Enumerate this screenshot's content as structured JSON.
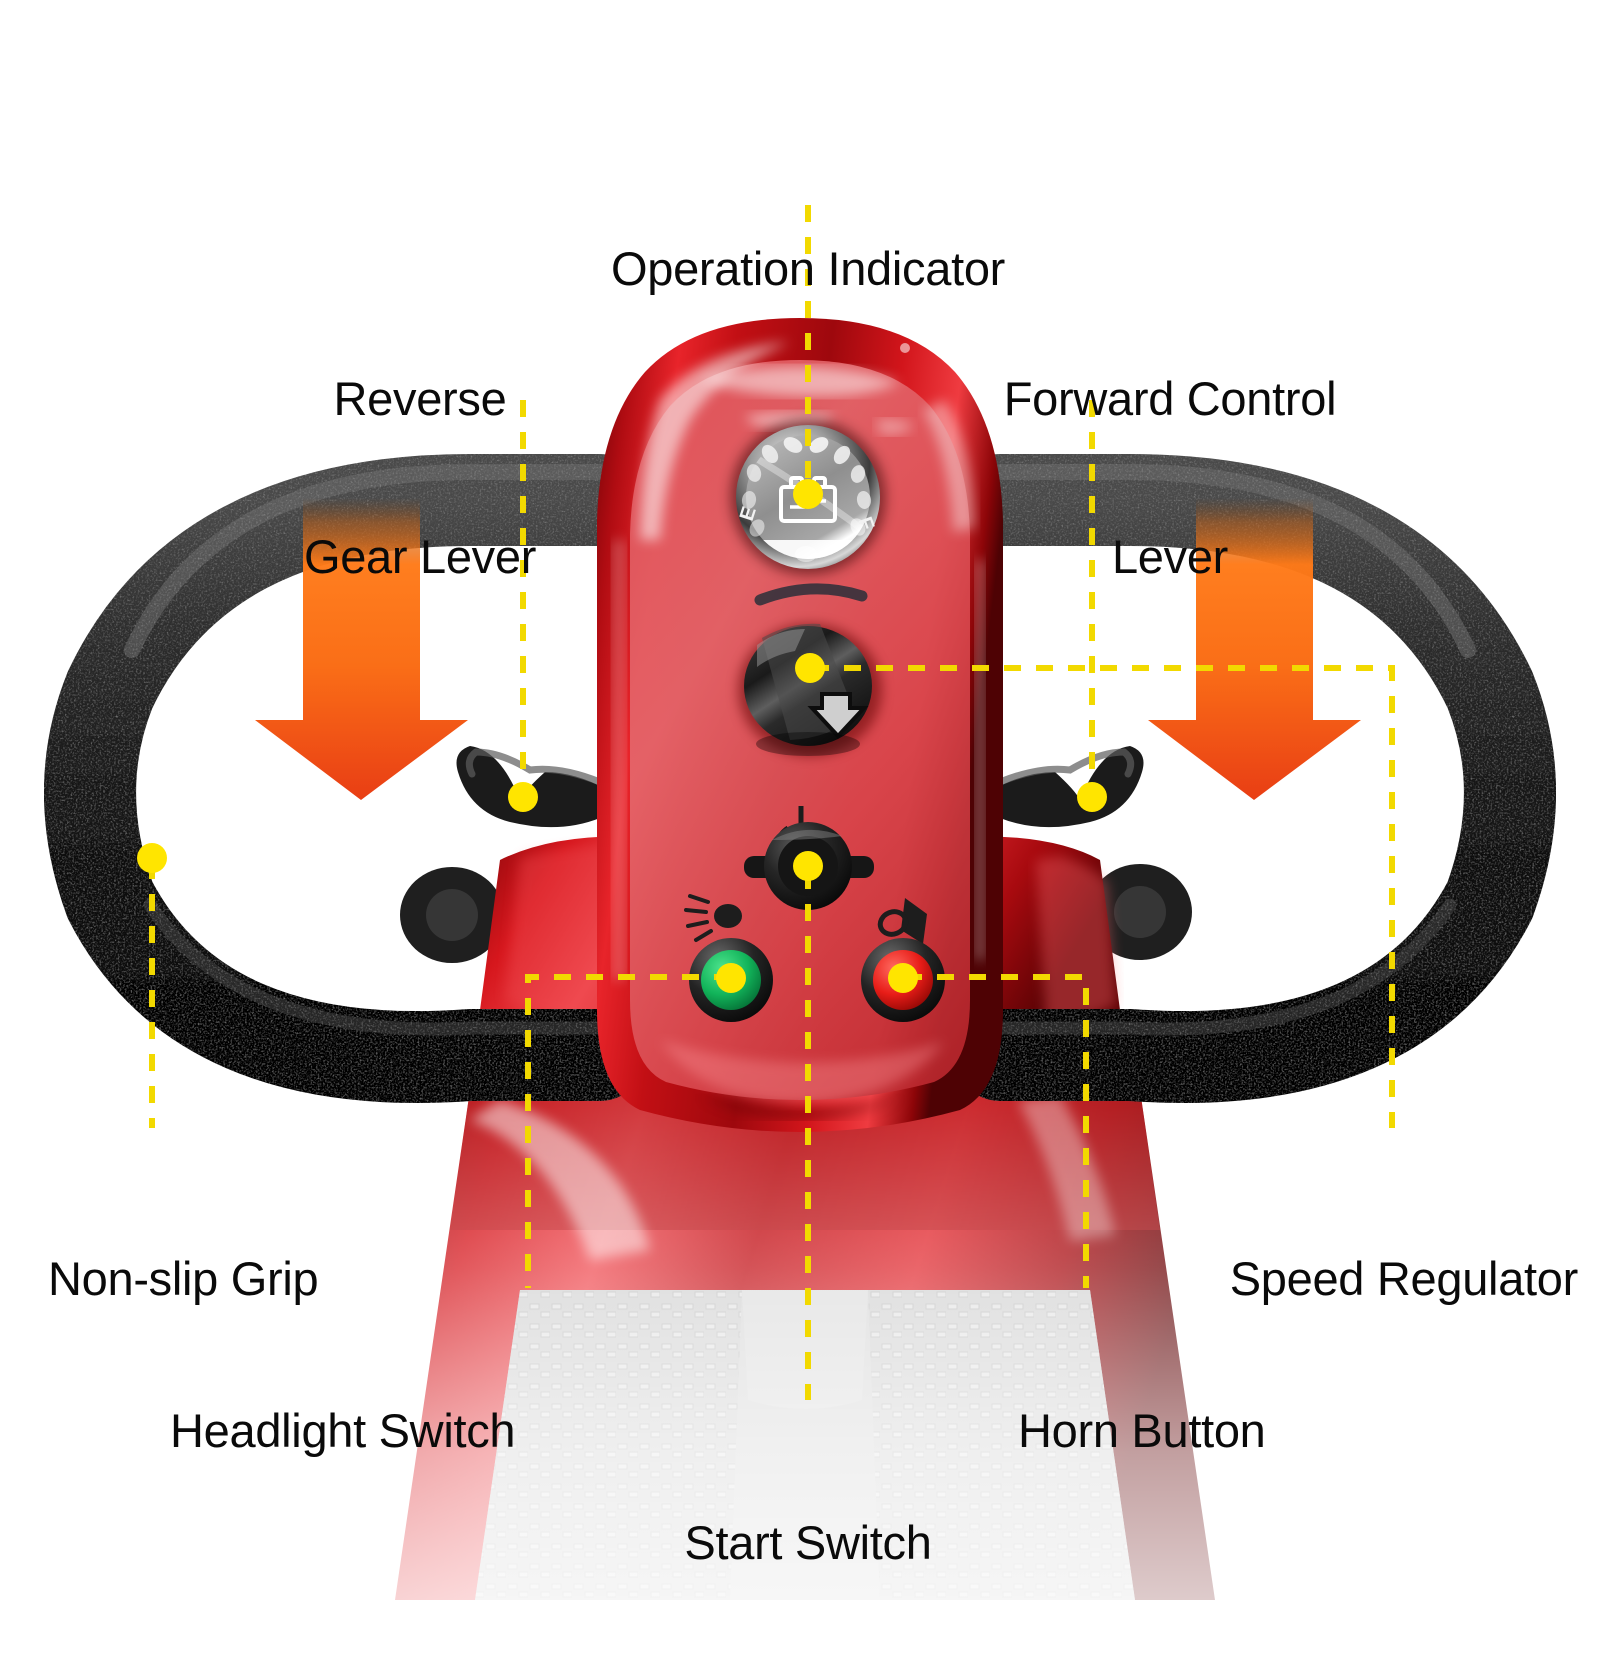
{
  "diagram": {
    "title_subject": "Mobility Scooter Tiller Control Panel",
    "accent_colors": {
      "leader_line": "#f2d900",
      "marker_dot": "#ffe500",
      "arrow_top": "#ff7a18",
      "arrow_bottom": "#e8380d",
      "body_red": "#c00d12",
      "panel_red": "#d41116",
      "grip_black": "#1d1d1d",
      "label_text": "#0a0a0a"
    }
  },
  "callouts": [
    {
      "id": "operation-indicator",
      "label": "Operation Indicator",
      "lines": [
        "Operation Indicator"
      ],
      "align": "center"
    },
    {
      "id": "reverse-gear-lever",
      "label": "Reverse Gear Lever",
      "lines": [
        "Reverse",
        "Gear Lever"
      ],
      "align": "center"
    },
    {
      "id": "forward-control-lever",
      "label": "Forward Control Lever",
      "lines": [
        "Forward Control",
        "Lever"
      ],
      "align": "center"
    },
    {
      "id": "non-slip-grip",
      "label": "Non-slip Grip",
      "lines": [
        "Non-slip Grip"
      ],
      "align": "left"
    },
    {
      "id": "speed-regulator",
      "label": "Speed Regulator",
      "lines": [
        "Speed Regulator"
      ],
      "align": "right"
    },
    {
      "id": "headlight-switch",
      "label": "Headlight Switch",
      "lines": [
        "Headlight Switch"
      ],
      "align": "left"
    },
    {
      "id": "horn-button",
      "label": "Horn Button",
      "lines": [
        "Horn Button"
      ],
      "align": "left"
    },
    {
      "id": "start-switch",
      "label": "Start Switch",
      "lines": [
        "Start Switch"
      ],
      "align": "center"
    }
  ],
  "gauge": {
    "name": "battery-charge-gauge",
    "empty_mark": "E",
    "full_mark": "F",
    "icon": "battery-icon",
    "segment_count": 11
  },
  "controls": {
    "speed_knob_icon": "speed-arrow-icon",
    "start_switch_icon": "power-icon",
    "headlight_icon": "headlight-icon",
    "headlight_button_color": "#12b45a",
    "horn_icon": "horn-icon",
    "horn_button_color": "#e81d18"
  },
  "arrows": {
    "left_label": "down-arrow-left",
    "right_label": "down-arrow-right",
    "direction": "down"
  }
}
